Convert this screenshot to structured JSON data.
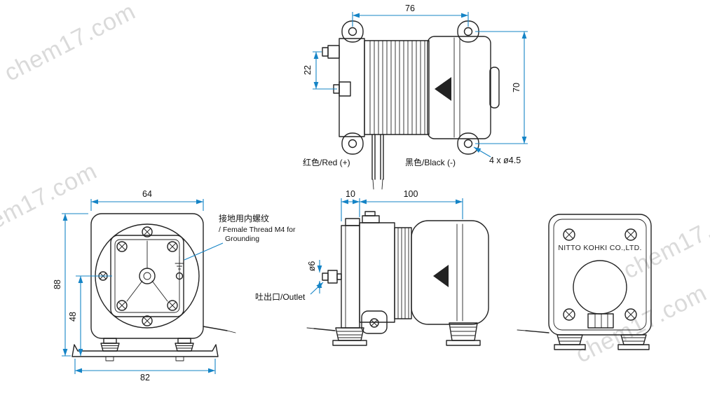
{
  "watermark": {
    "text": "chem17.com",
    "color": "#dadada"
  },
  "colors": {
    "dimension_blue": "#1584c6",
    "line_dark": "#232323"
  },
  "top_view": {
    "dim_hole_span_width": "76",
    "dim_port_offset": "22",
    "dim_hole_span_height": "70",
    "mounting_holes_callout": "4 x ø4.5",
    "wire_red_label": "红色/Red (+)",
    "wire_black_label": "黑色/Black (-)"
  },
  "front_view": {
    "dim_body_width": "64",
    "dim_overall_height": "88",
    "dim_axis_height": "48",
    "dim_base_width": "82",
    "grounding_label_cn": "接地用内螺纹",
    "grounding_label_en_line1": "/ Female Thread M4 for",
    "grounding_label_en_line2": "Grounding"
  },
  "side_view": {
    "dim_bracket_thickness": "10",
    "dim_body_length": "100",
    "dim_outlet_diameter": "ø6",
    "outlet_label": "吐出口/Outlet"
  },
  "rear_view": {
    "brand": "NITTO KOHKI CO.,LTD."
  }
}
